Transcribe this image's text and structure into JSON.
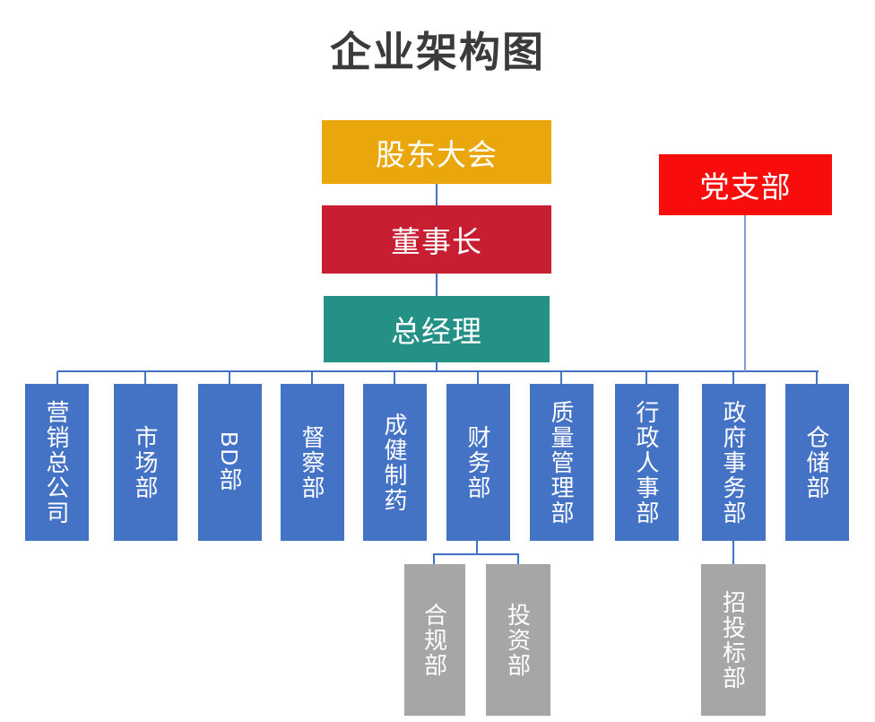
{
  "title": "企业架构图",
  "hierarchy": {
    "shareholders": {
      "label": "股东大会"
    },
    "chairman": {
      "label": "董事长"
    },
    "general_manager": {
      "label": "总经理"
    },
    "party_branch": {
      "label": "党支部"
    }
  },
  "departments": [
    {
      "label": "营销总公司"
    },
    {
      "label": "市场部"
    },
    {
      "label": "BD部"
    },
    {
      "label": "督察部"
    },
    {
      "label": "成健制药"
    },
    {
      "label": "财务部"
    },
    {
      "label": "质量管理部"
    },
    {
      "label": "行政人事部"
    },
    {
      "label": "政府事务部"
    },
    {
      "label": "仓储部"
    }
  ],
  "sub_departments": {
    "finance_children": [
      {
        "label": "合规部"
      },
      {
        "label": "投资部"
      }
    ],
    "government_children": [
      {
        "label": "招投标部"
      }
    ]
  },
  "colors": {
    "gold": "#E9A70B",
    "crimson": "#C81E32",
    "teal": "#259086",
    "red": "#F90C0C",
    "dept_blue": "#4472C4",
    "sub_gray": "#A6A6A6",
    "connector": "#4472C4",
    "party_connector": "#7E9BD5",
    "title_text": "#3B3B3B",
    "box_text": "#FFFFFF"
  }
}
